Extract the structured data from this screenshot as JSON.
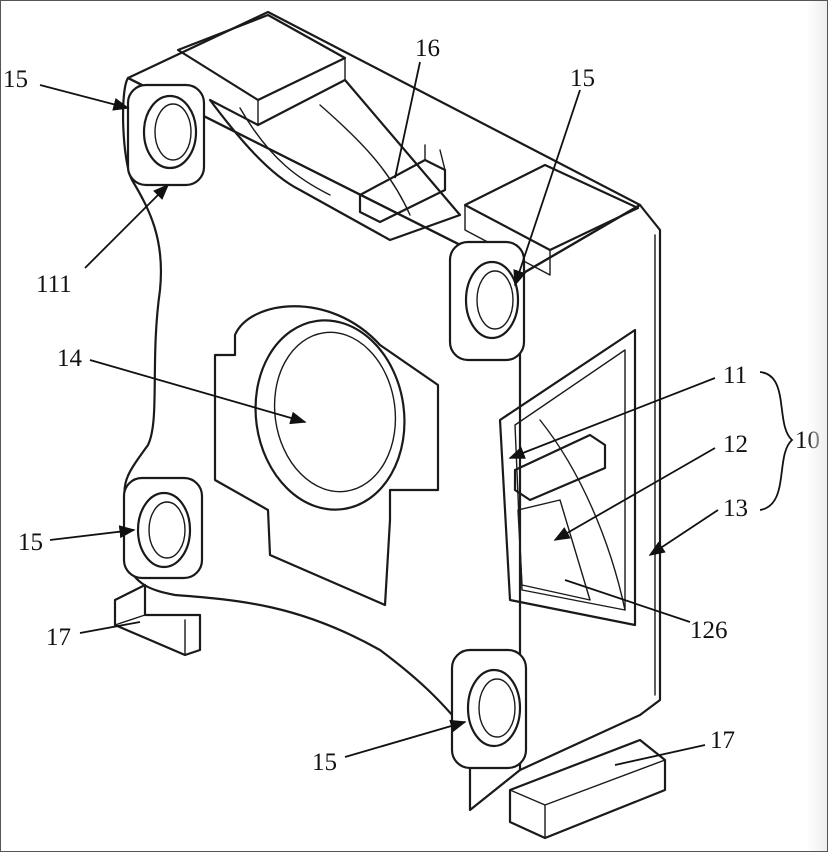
{
  "figure": {
    "labels": [
      {
        "id": "15-top-left",
        "text": "15"
      },
      {
        "id": "16",
        "text": "16"
      },
      {
        "id": "15-top-right",
        "text": "15"
      },
      {
        "id": "111",
        "text": "111"
      },
      {
        "id": "14",
        "text": "14"
      },
      {
        "id": "11",
        "text": "11"
      },
      {
        "id": "12",
        "text": "12"
      },
      {
        "id": "10",
        "text": "10"
      },
      {
        "id": "13",
        "text": "13"
      },
      {
        "id": "15-mid-left",
        "text": "15"
      },
      {
        "id": "17-left",
        "text": "17"
      },
      {
        "id": "126",
        "text": "126"
      },
      {
        "id": "15-bottom",
        "text": "15"
      },
      {
        "id": "17-right",
        "text": "17"
      }
    ]
  }
}
